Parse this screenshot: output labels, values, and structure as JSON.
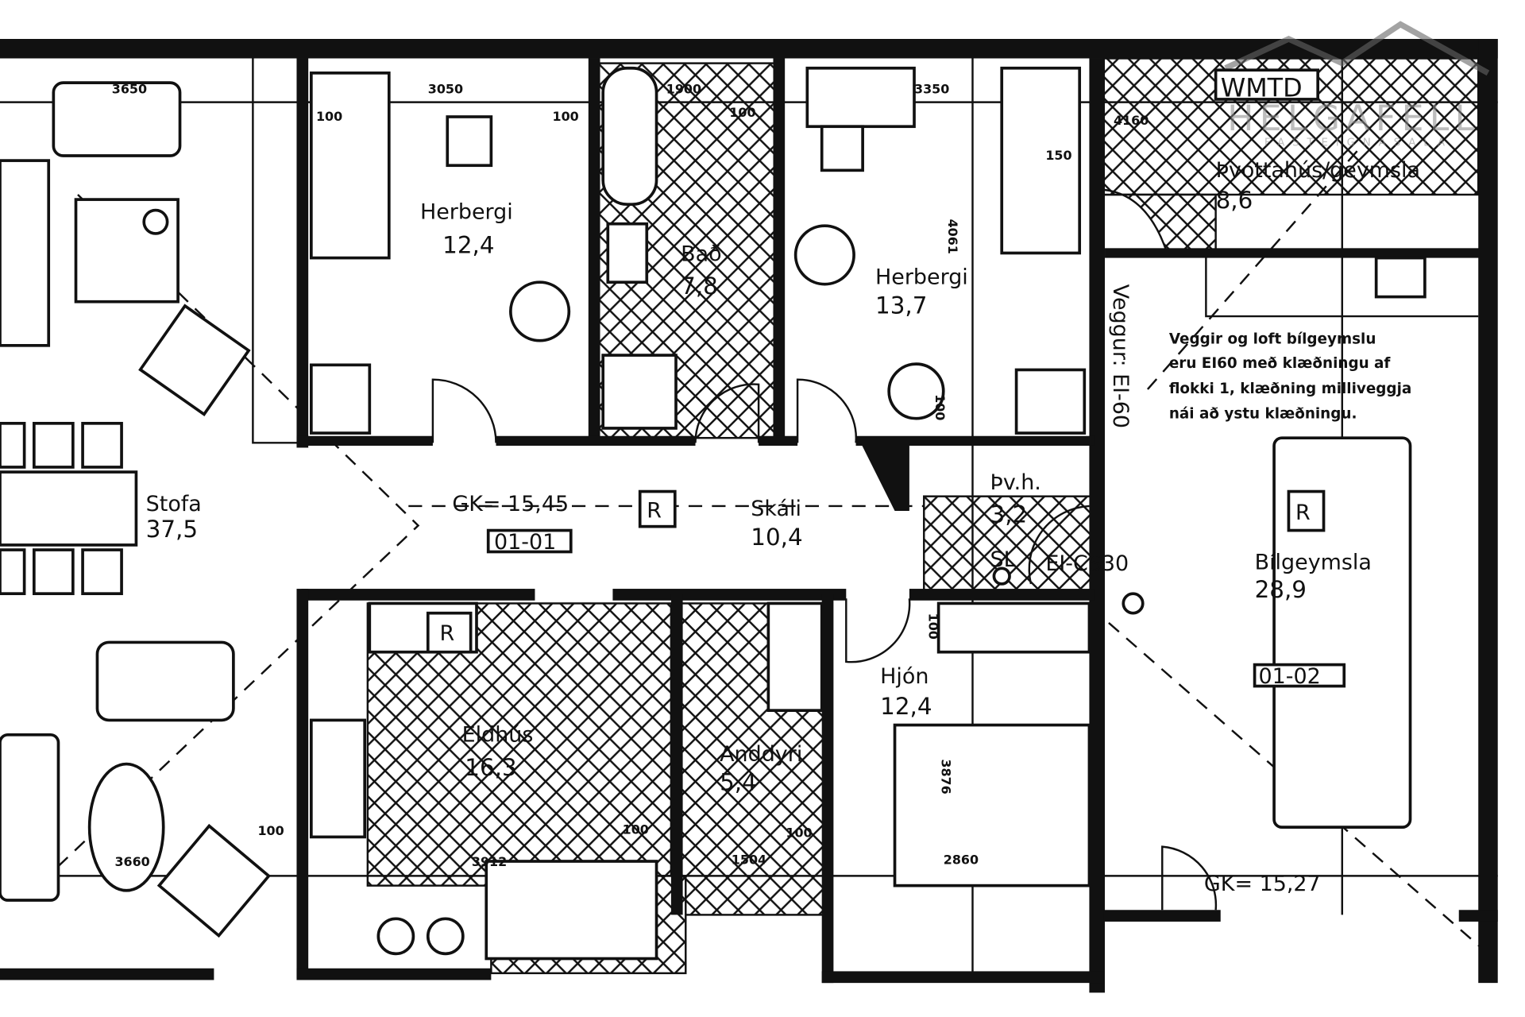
{
  "rooms": [
    {
      "name": "Herbergi",
      "area": "12,4"
    },
    {
      "name": "Bað",
      "area": "7,8"
    },
    {
      "name": "Herbergi",
      "area": "13,7"
    },
    {
      "name": "Þvottahús/geymsla",
      "area": "8,6"
    },
    {
      "name": "Stofa",
      "area": "37,5"
    },
    {
      "name": "Skáli",
      "area": "10,4"
    },
    {
      "name": "Þv.h.",
      "area": "3,2"
    },
    {
      "name": "Bílgeymsla",
      "area": "28,9"
    },
    {
      "name": "Eldhús",
      "area": "16,3"
    },
    {
      "name": "Anddyri",
      "area": "5,4"
    },
    {
      "name": "Hjón",
      "area": "12,4"
    }
  ],
  "labels": {
    "gk_main": "GK= 15,45",
    "gk_garage": "GK= 15,27",
    "unit_main": "01-01",
    "unit_garage": "01-02",
    "fire_door": "EI-CS30",
    "fire_wall": "Veggur: EI-60",
    "sl": "SL",
    "r": "R"
  },
  "note": [
    "Veggir og loft bílgeymslu",
    "eru EI60 með klæðningu af",
    "flokki 1, klæðning milliveggja",
    "nái að ystu klæðningu."
  ],
  "dimensions": [
    "3650",
    "3050",
    "100",
    "1900",
    "100",
    "3350",
    "150",
    "4160",
    "4061",
    "100",
    "100",
    "3660",
    "100",
    "3912",
    "100",
    "1504",
    "100",
    "2860",
    "3876",
    "100"
  ],
  "logo": {
    "initials": "WMTD",
    "name": "HELGAFELL",
    "tagline": "FASTEIGNASALA"
  }
}
